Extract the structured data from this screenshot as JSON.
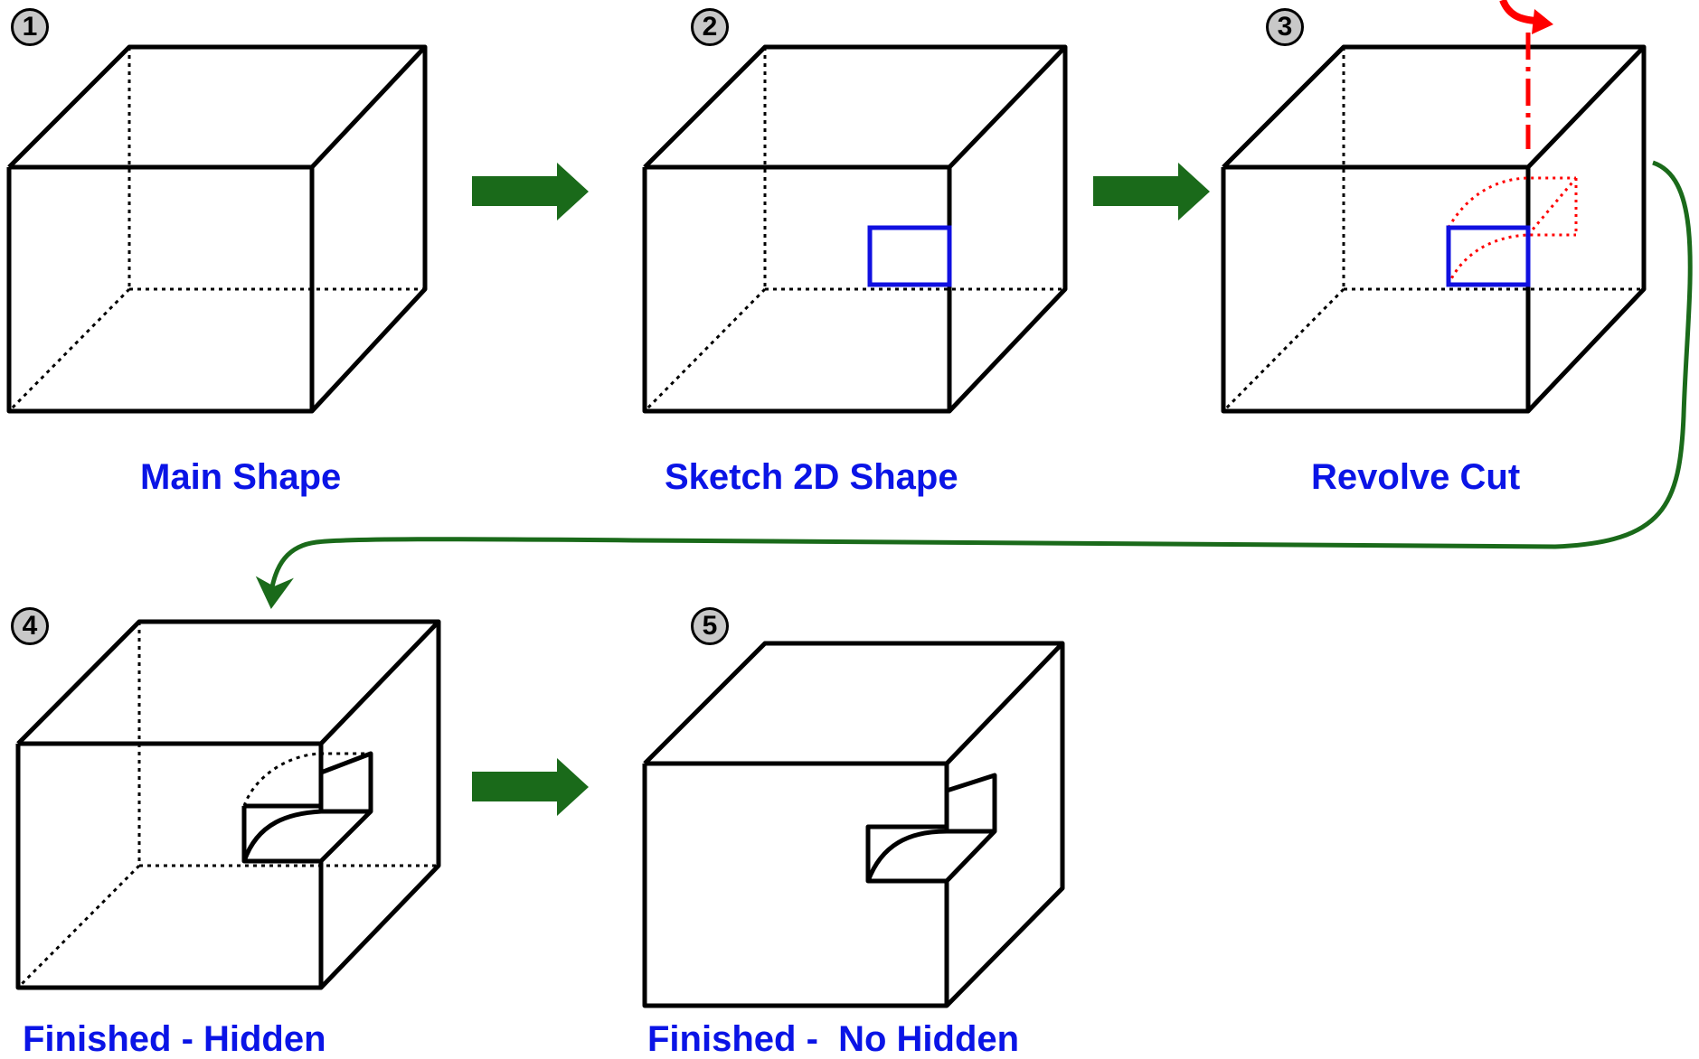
{
  "colors": {
    "edge": "#000000",
    "sketch": "#1010e0",
    "revolve": "#ff0000",
    "arrow": "#1a6a1a",
    "label": "#0a14e6",
    "badge": "#c8c8c8"
  },
  "steps": [
    {
      "number": "1",
      "label": "Main Shape"
    },
    {
      "number": "2",
      "label": "Sketch 2D Shape"
    },
    {
      "number": "3",
      "label": "Revolve Cut"
    },
    {
      "number": "4",
      "label": "Finished - Hidden"
    },
    {
      "number": "5",
      "label": "Finished -  No Hidden"
    }
  ]
}
